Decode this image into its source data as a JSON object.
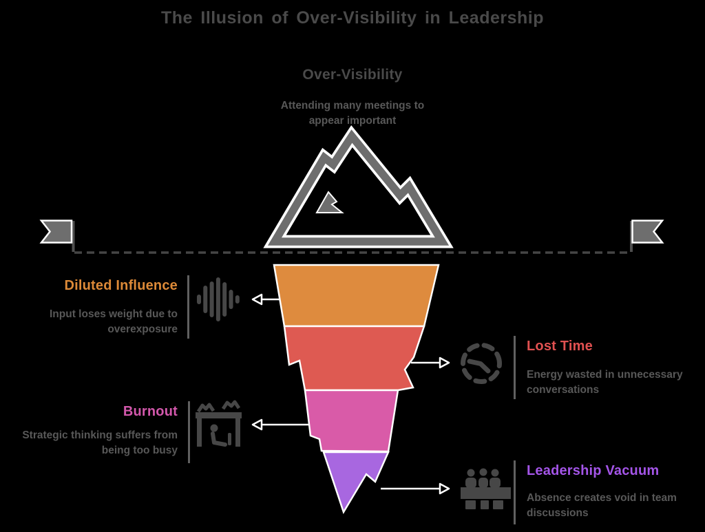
{
  "title": "The Illusion of Over-Visibility in Leadership",
  "surface": {
    "heading": "Over-Visibility",
    "description_lines": [
      "Attending many meetings to",
      "appear important"
    ],
    "icon": "mountain-icon"
  },
  "waterline": {
    "style": "dashed",
    "left_marker": "flag-icon",
    "right_marker": "flag-icon",
    "color": "#454545"
  },
  "funnel": {
    "segments": [
      {
        "name": "diluted-influence-segment",
        "color": "#DE8B3E"
      },
      {
        "name": "lost-time-segment",
        "color": "#DE5A52"
      },
      {
        "name": "burnout-segment",
        "color": "#D95BA8"
      },
      {
        "name": "leadership-vacuum-segment",
        "color": "#A867E0"
      }
    ]
  },
  "items": [
    {
      "side": "left",
      "label": "Diluted Influence",
      "color": "#DD8A38",
      "description_lines": [
        "Input loses weight due to",
        "overexposure"
      ],
      "icon": "sound-wave-icon"
    },
    {
      "side": "right",
      "label": "Lost Time",
      "color": "#E15151",
      "description_lines": [
        "Energy wasted in unnecessary",
        "conversations"
      ],
      "icon": "dashed-clock-icon"
    },
    {
      "side": "left",
      "label": "Burnout",
      "color": "#D358AC",
      "description_lines": [
        "Strategic thinking suffers from",
        "being too busy"
      ],
      "icon": "collapsed-desk-icon"
    },
    {
      "side": "right",
      "label": "Leadership Vacuum",
      "color": "#A455E8",
      "description_lines": [
        "Absence creates void in team",
        "discussions"
      ],
      "icon": "meeting-people-icon"
    }
  ],
  "colors": {
    "background": "#000000",
    "icon_gray": "#474747",
    "mountain_gray": "#6E6E6E",
    "text_gray": "#585858",
    "heading_gray": "#4A4A4A",
    "stroke_white": "#FFFFFF"
  }
}
